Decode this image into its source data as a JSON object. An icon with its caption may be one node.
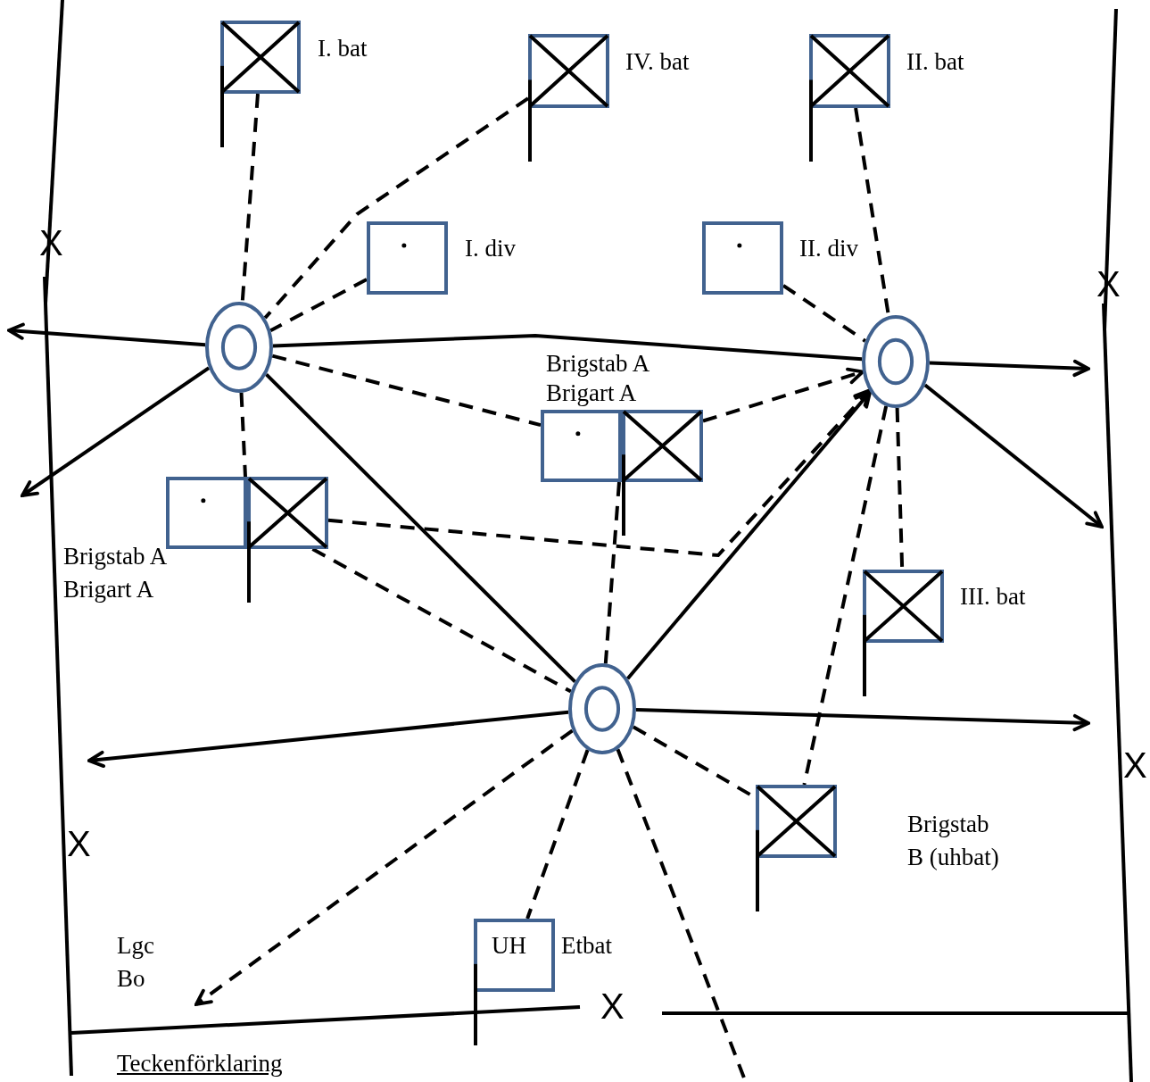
{
  "diagram": {
    "nodes": [
      {
        "text": [
          "I. bat"
        ]
      },
      {
        "text": [
          "IV. bat"
        ]
      },
      {
        "text": [
          "II. bat"
        ]
      },
      {
        "text": [
          "I. div"
        ]
      },
      {
        "text": [
          "II. div"
        ]
      },
      {
        "text": [],
        "shape": "circle"
      },
      {
        "text": [],
        "shape": "circle"
      },
      {
        "text": [
          "Brigstab A",
          "Brigart A"
        ]
      },
      {
        "text": [
          "Brigstab A",
          "Brigart A"
        ]
      },
      {
        "text": [
          "III. bat"
        ]
      },
      {
        "text": [],
        "shape": "circle"
      },
      {
        "text": [
          "Brigstab B (uhbat)"
        ]
      },
      {
        "text": [
          "UH"
        ],
        "beside": [
          "Etbat"
        ]
      }
    ],
    "edges": [
      {
        "from": 0,
        "to": 5,
        "arrow": "none",
        "style": "dashed"
      },
      {
        "from": 1,
        "to": 5,
        "arrow": "none",
        "style": "dashed"
      },
      {
        "from": 3,
        "to": 5,
        "arrow": "none",
        "style": "dashed"
      },
      {
        "from": 5,
        "to": 7,
        "arrow": "none",
        "style": "dashed"
      },
      {
        "from": 5,
        "to": 8,
        "arrow": "none",
        "style": "dashed"
      },
      {
        "from": 5,
        "to": 6,
        "arrow": "none"
      },
      {
        "from": 5,
        "to": null,
        "arrow": "to"
      },
      {
        "from": 5,
        "to": null,
        "arrow": "to"
      },
      {
        "from": 5,
        "to": 10,
        "arrow": "none"
      },
      {
        "from": 10,
        "to": 6,
        "arrow": "to"
      },
      {
        "from": 2,
        "to": 6,
        "arrow": "none",
        "style": "dashed"
      },
      {
        "from": 4,
        "to": 6,
        "arrow": "none",
        "style": "dashed"
      },
      {
        "from": 8,
        "to": 6,
        "arrow": "to",
        "style": "dashed"
      },
      {
        "from": 7,
        "to": 6,
        "arrow": "to",
        "style": "dashed"
      },
      {
        "from": 6,
        "to": null,
        "arrow": "to"
      },
      {
        "from": 6,
        "to": null,
        "arrow": "to"
      },
      {
        "from": 6,
        "to": 9,
        "arrow": "none",
        "style": "dashed"
      },
      {
        "from": 6,
        "to": 11,
        "arrow": "none",
        "style": "dashed"
      },
      {
        "from": 8,
        "to": 10,
        "arrow": "none",
        "style": "dashed"
      },
      {
        "from": 7,
        "to": 10,
        "arrow": "none",
        "style": "dashed"
      },
      {
        "from": 10,
        "to": null,
        "arrow": "to"
      },
      {
        "from": 10,
        "to": null,
        "arrow": "to"
      },
      {
        "from": 10,
        "to": 11,
        "arrow": "none",
        "style": "dashed"
      },
      {
        "from": 10,
        "to": null,
        "arrow": "to",
        "style": "dashed"
      },
      {
        "from": 10,
        "to": 12,
        "arrow": "none",
        "style": "dashed"
      },
      {
        "from": 10,
        "to": null,
        "arrow": "none",
        "style": "dashed"
      }
    ],
    "labels": [
      "X",
      "X",
      "X",
      "X",
      "Lgc Bo",
      "X",
      "Teckenförklaring"
    ]
  }
}
